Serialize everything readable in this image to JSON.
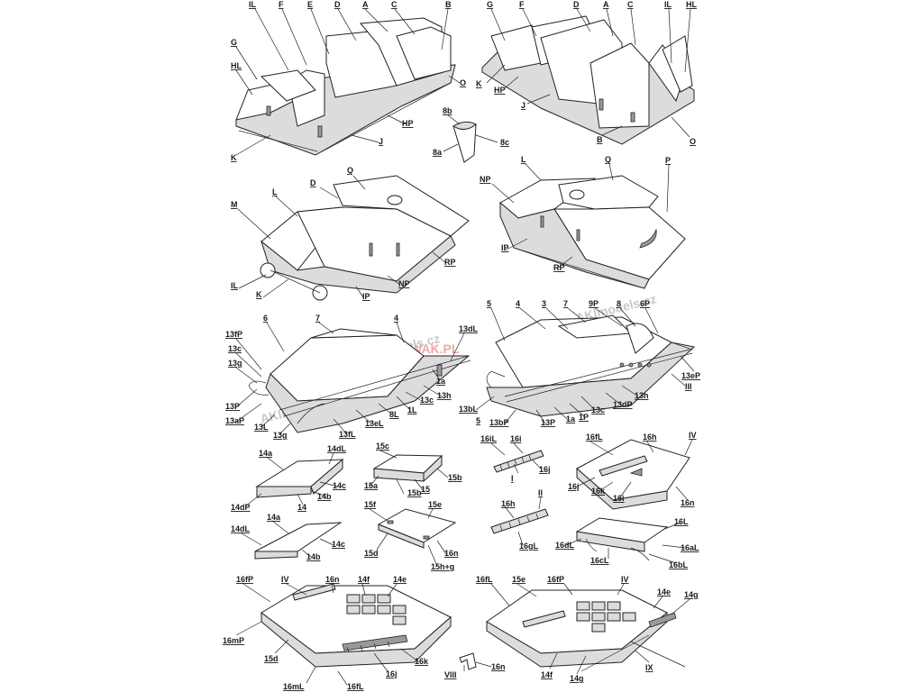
{
  "watermarks": [
    "AKImodels.cz",
    "AKImodels.cz",
    "AKImodels.cz",
    "AKImodels.cz",
    "WAK.PL"
  ],
  "colors": {
    "line": "#222222",
    "panel": "#ffffff",
    "shade": "#dcdcdc",
    "dark": "#9a9a9a",
    "watermark_red": "#f0a8a0"
  },
  "labels": {
    "s1": [
      "IL",
      "F",
      "E",
      "D",
      "A",
      "C",
      "B",
      "G",
      "HL",
      "K",
      "J",
      "HP",
      "O"
    ],
    "s2": [
      "G",
      "F",
      "D",
      "A",
      "C",
      "IL",
      "HL",
      "K",
      "HP",
      "J",
      "B",
      "O"
    ],
    "s3": [
      "8b",
      "8a",
      "8c"
    ],
    "s4": [
      "Q",
      "D",
      "L",
      "M",
      "IL",
      "K",
      "IP",
      "NP",
      "RP"
    ],
    "s5": [
      "NP",
      "L",
      "Q",
      "P",
      "IP",
      "RP"
    ],
    "s6": [
      "6",
      "7",
      "4",
      "13fP",
      "13c",
      "13g",
      "13dL",
      "1a",
      "13h",
      "13c",
      "1L",
      "8L",
      "13eL",
      "13fL",
      "13P",
      "13aP",
      "13L",
      "13g"
    ],
    "s7": [
      "5",
      "4",
      "3",
      "7",
      "9P",
      "8",
      "6P",
      "13eP",
      "III",
      "13h",
      "13dP",
      "13c",
      "1P",
      "1a",
      "13P",
      "13bP",
      "13bL",
      "5"
    ],
    "s8": [
      "14a",
      "14dL",
      "14c",
      "14b",
      "14",
      "14dP"
    ],
    "s9": [
      "15c",
      "15b",
      "15",
      "15b",
      "15a"
    ],
    "s10": [
      "16iL",
      "16i",
      "16j",
      "I"
    ],
    "s11": [
      "16fL",
      "16h",
      "IV",
      "16j",
      "16k",
      "16i",
      "16n"
    ],
    "s12": [
      "14a",
      "14dL",
      "14c",
      "14b"
    ],
    "s13": [
      "15f",
      "15e",
      "15d",
      "16n",
      "15h+g"
    ],
    "s14": [
      "16h",
      "II",
      "16gL"
    ],
    "s15": [
      "16L",
      "16dL",
      "16aL",
      "16cL",
      "16bL"
    ],
    "s16": [
      "16fP",
      "IV",
      "16n",
      "14f",
      "14e",
      "16mP",
      "15d",
      "16k",
      "16j",
      "16mL",
      "16fL",
      "VIII",
      "16n"
    ],
    "s17": [
      "16fL",
      "15e",
      "16fP",
      "IV",
      "14e",
      "14g",
      "14f",
      "14g",
      "IX"
    ]
  }
}
